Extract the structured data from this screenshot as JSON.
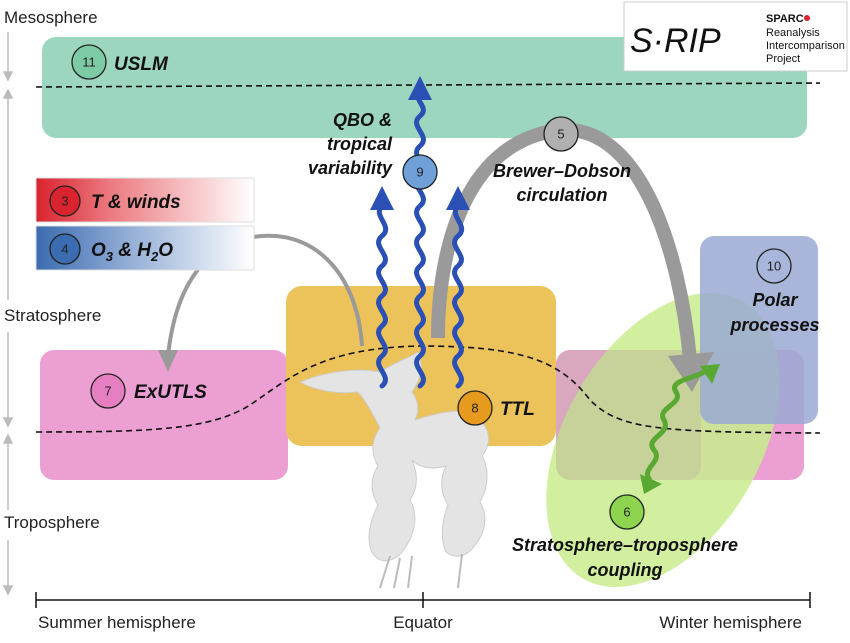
{
  "layers": {
    "mesosphere": "Mesosphere",
    "stratosphere": "Stratosphere",
    "troposphere": "Troposphere"
  },
  "axis": {
    "left": "Summer hemisphere",
    "center": "Equator",
    "right": "Winter hemisphere"
  },
  "logo": {
    "mark": "S·RIP",
    "line1": "SPARC",
    "line2": "Reanalysis",
    "line3": "Intercomparison",
    "line4": "Project"
  },
  "topics": [
    {
      "num": "11",
      "label": "USLM",
      "color": "#7dcba4"
    },
    {
      "num": "9",
      "label_lines": [
        "QBO &",
        "tropical",
        "variability"
      ],
      "color": "#6fa0d8"
    },
    {
      "num": "5",
      "label_lines": [
        "Brewer–Dobson",
        "circulation"
      ],
      "color": "#b0b0b0"
    },
    {
      "num": "3",
      "label": "T & winds",
      "color": "#d9232e"
    },
    {
      "num": "4",
      "label_main": "O",
      "label_sub1": "3",
      "label_mid": " & H",
      "label_sub2": "2",
      "label_end": "O",
      "color": "#3b6bb0"
    },
    {
      "num": "10",
      "label_lines": [
        "Polar",
        "processes"
      ],
      "color": "#a8b6dc"
    },
    {
      "num": "7",
      "label": "ExUTLS",
      "color": "#e67fc1"
    },
    {
      "num": "8",
      "label": "TTL",
      "color": "#e69a1e"
    },
    {
      "num": "6",
      "label_lines": [
        "Stratosphere–troposphere",
        "coupling"
      ],
      "color": "#8fd44f"
    }
  ],
  "colors": {
    "uslm_box": "#9dd6be",
    "ttl_box": "#ecc35a",
    "exutls_box": "#ec9fd2",
    "polar_box": "#9aa9d3",
    "coupling_ellipse": "#c9ec8e",
    "wave_blue": "#2a4fb5",
    "arrow_grey": "#9a9a9a",
    "arrow_green": "#58a832",
    "logo_red": "#d9232e"
  }
}
